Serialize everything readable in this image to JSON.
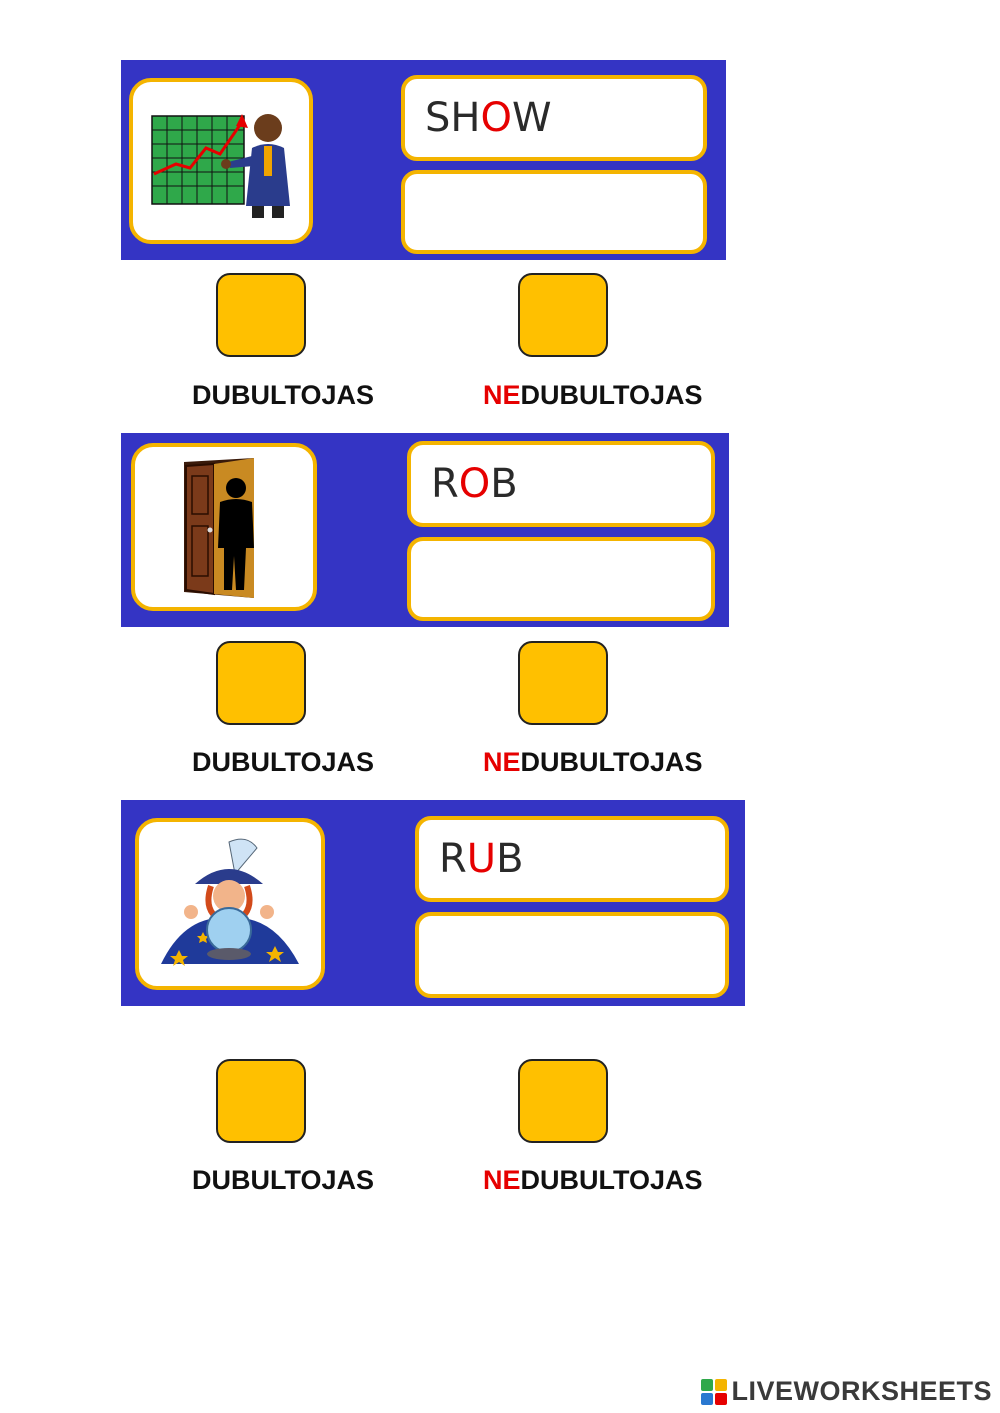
{
  "exercises": [
    {
      "word_pre": "SH",
      "word_hl": "O",
      "word_post": "W",
      "answer": "",
      "image": "presenter-chart-illustration",
      "options": {
        "double": "DUBULTOJAS",
        "not_prefix": "NE",
        "not_rest": "DUBULTOJAS"
      }
    },
    {
      "word_pre": "R",
      "word_hl": "O",
      "word_post": "B",
      "answer": "",
      "image": "silhouette-in-doorway-illustration",
      "options": {
        "double": "DUBULTOJAS",
        "not_prefix": "NE",
        "not_rest": "DUBULTOJAS"
      }
    },
    {
      "word_pre": "R",
      "word_hl": "U",
      "word_post": "B",
      "answer": "",
      "image": "wizard-crystal-ball-illustration",
      "options": {
        "double": "DUBULTOJAS",
        "not_prefix": "NE",
        "not_rest": "DUBULTOJAS"
      }
    }
  ],
  "colors": {
    "card_bg": "#3434c4",
    "border_accent": "#f4b400",
    "checkbox_fill": "#ffc000",
    "highlight_red": "#e60000"
  },
  "footer": {
    "logo_text": "LIVEWORKSHEETS"
  }
}
